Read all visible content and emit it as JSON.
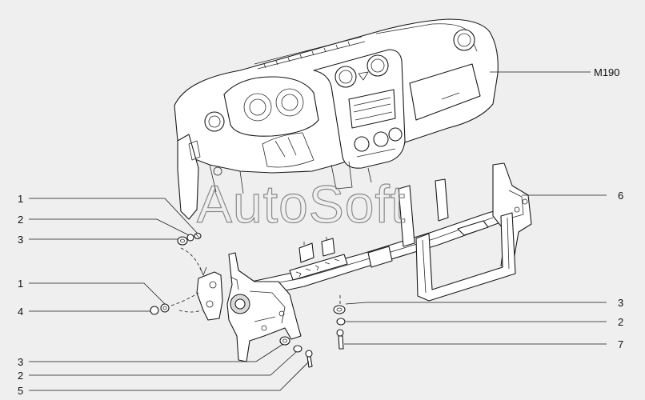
{
  "watermark": "AutoSoft",
  "labels": {
    "m190": "M190",
    "left_1a": "1",
    "left_2": "2",
    "left_3": "3",
    "left_1b": "1",
    "left_4": "4",
    "bottom_3": "3",
    "bottom_2": "2",
    "bottom_5": "5",
    "right_6": "6",
    "right_3": "3",
    "right_2": "2",
    "right_7": "7"
  },
  "colors": {
    "background": "#efefef",
    "line": "#1a1a1a",
    "watermark": "#8a8a8a"
  }
}
